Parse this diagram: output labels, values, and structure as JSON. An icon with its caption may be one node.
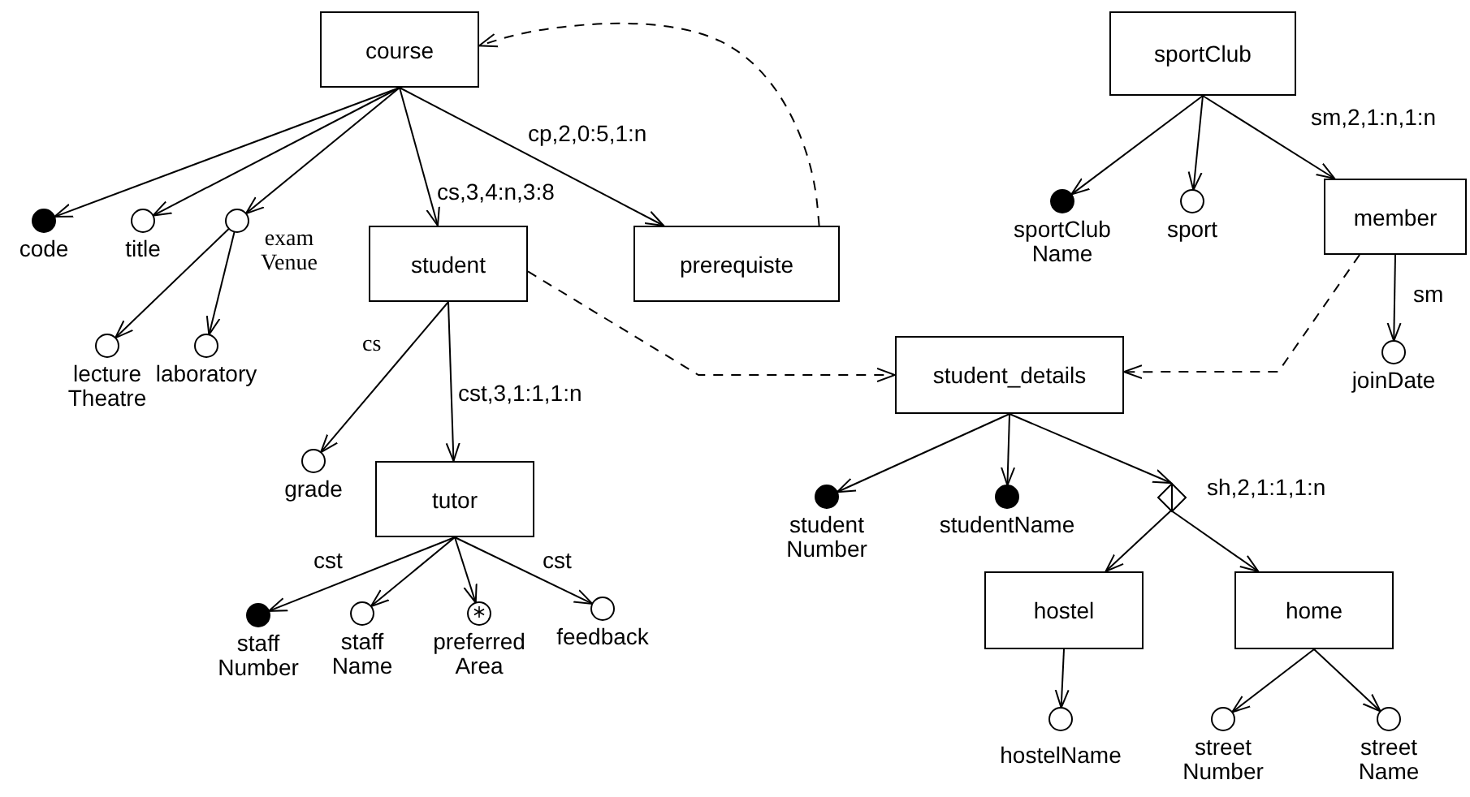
{
  "diagram": {
    "nodes": [
      {
        "text": [
          "course"
        ]
      },
      {
        "text": [],
        "shape": "dot",
        "beside": [
          "code"
        ]
      },
      {
        "text": [],
        "shape": "circle",
        "beside": [
          "title"
        ]
      },
      {
        "text": [],
        "shape": "circle",
        "beside": [
          "exam Venue"
        ]
      },
      {
        "text": [],
        "shape": "circle",
        "beside": [
          "lecture Theatre"
        ]
      },
      {
        "text": [],
        "shape": "circle",
        "beside": [
          "laboratory"
        ]
      },
      {
        "text": [
          "student"
        ]
      },
      {
        "text": [
          "prerequiste"
        ]
      },
      {
        "text": [],
        "shape": "circle",
        "beside": [
          "grade"
        ]
      },
      {
        "text": [
          "tutor"
        ]
      },
      {
        "text": [],
        "shape": "dot",
        "beside": [
          "staff Number"
        ]
      },
      {
        "text": [],
        "shape": "circle",
        "beside": [
          "staff Name"
        ]
      },
      {
        "text": [],
        "shape": "star",
        "beside": [
          "preferred Area"
        ]
      },
      {
        "text": [],
        "shape": "circle",
        "beside": [
          "feedback"
        ]
      },
      {
        "text": [
          "sportClub"
        ]
      },
      {
        "text": [],
        "shape": "dot",
        "beside": [
          "sportClub Name"
        ]
      },
      {
        "text": [],
        "shape": "circle",
        "beside": [
          "sport"
        ]
      },
      {
        "text": [
          "member"
        ]
      },
      {
        "text": [],
        "shape": "circle",
        "beside": [
          "joinDate"
        ]
      },
      {
        "text": [
          "student_details"
        ]
      },
      {
        "text": [],
        "shape": "dot",
        "beside": [
          "student Number"
        ]
      },
      {
        "text": [],
        "shape": "dot",
        "beside": [
          "studentName"
        ]
      },
      {
        "text": [],
        "shape": "diamond",
        "beside": [
          "sh,2,1:1,1:n"
        ]
      },
      {
        "text": [
          "hostel"
        ]
      },
      {
        "text": [
          "home"
        ]
      },
      {
        "text": [],
        "shape": "circle",
        "beside": [
          "hostelName"
        ]
      },
      {
        "text": [],
        "shape": "circle",
        "beside": [
          "street Number"
        ]
      },
      {
        "text": [],
        "shape": "circle",
        "beside": [
          "street Name"
        ]
      }
    ],
    "edges": [
      {
        "from": 0,
        "to": 1,
        "arrow": "to"
      },
      {
        "from": 0,
        "to": 2,
        "arrow": "to"
      },
      {
        "from": 0,
        "to": 3,
        "arrow": "to"
      },
      {
        "from": 0,
        "to": 6,
        "arrow": "to",
        "label": "cs,3,4:n,3:8"
      },
      {
        "from": 0,
        "to": 7,
        "arrow": "to",
        "label": "cp,2,0:5,1:n"
      },
      {
        "from": 3,
        "to": 4,
        "arrow": "to"
      },
      {
        "from": 3,
        "to": 5,
        "arrow": "to"
      },
      {
        "from": 7,
        "to": 0,
        "arrow": "to",
        "style": "dashed"
      },
      {
        "from": 6,
        "to": 8,
        "arrow": "to",
        "label": "cs"
      },
      {
        "from": 6,
        "to": 9,
        "arrow": "to",
        "label": "cst,3,1:1,1:n"
      },
      {
        "from": 9,
        "to": 10,
        "arrow": "to",
        "label": "cst"
      },
      {
        "from": 9,
        "to": 11,
        "arrow": "to"
      },
      {
        "from": 9,
        "to": 12,
        "arrow": "to"
      },
      {
        "from": 9,
        "to": 13,
        "arrow": "to",
        "label": "cst"
      },
      {
        "from": 6,
        "to": 19,
        "arrow": "to",
        "style": "dashed"
      },
      {
        "from": 14,
        "to": 15,
        "arrow": "to"
      },
      {
        "from": 14,
        "to": 16,
        "arrow": "to"
      },
      {
        "from": 14,
        "to": 17,
        "arrow": "to",
        "label": "sm,2,1:n,1:n"
      },
      {
        "from": 17,
        "to": 18,
        "arrow": "to",
        "label": "sm"
      },
      {
        "from": 17,
        "to": 19,
        "arrow": "to",
        "style": "dashed"
      },
      {
        "from": 19,
        "to": 20,
        "arrow": "to"
      },
      {
        "from": 19,
        "to": 21,
        "arrow": "to"
      },
      {
        "from": 19,
        "to": 22,
        "arrow": "to"
      },
      {
        "from": 22,
        "to": 23,
        "arrow": "to"
      },
      {
        "from": 22,
        "to": 24,
        "arrow": "to"
      },
      {
        "from": 23,
        "to": 25,
        "arrow": "to"
      },
      {
        "from": 24,
        "to": 26,
        "arrow": "to"
      },
      {
        "from": 24,
        "to": 27,
        "arrow": "to"
      }
    ]
  }
}
